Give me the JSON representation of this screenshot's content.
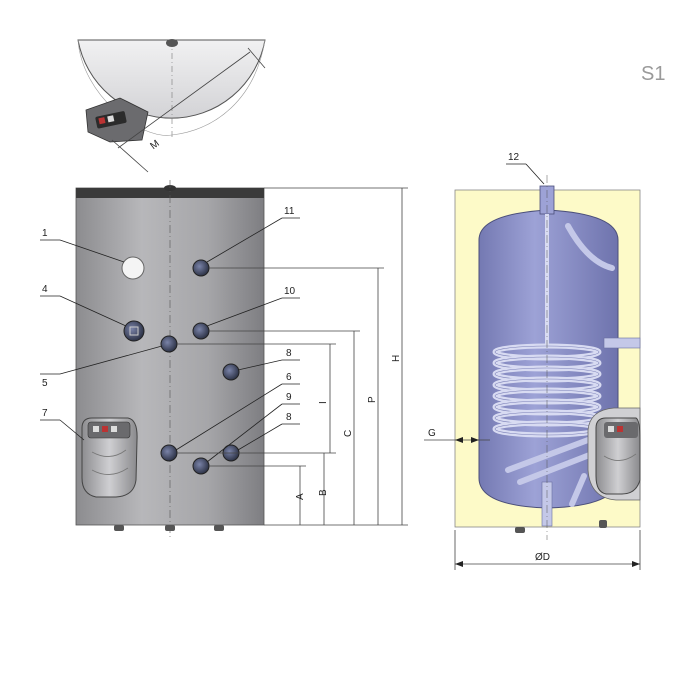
{
  "diagram_code": "S1",
  "callouts": {
    "c1": "1",
    "c4": "4",
    "c5": "5",
    "c7": "7",
    "c11": "11",
    "c10": "10",
    "c8a": "8",
    "c6": "6",
    "c9": "9",
    "c8b": "8",
    "c12": "12"
  },
  "dimensions": {
    "M": "M",
    "H": "H",
    "P": "P",
    "C": "C",
    "I": "I",
    "B": "B",
    "A": "A",
    "G": "G",
    "D": "ØD"
  },
  "colors": {
    "tank_body": "#a9a9ab",
    "tank_top": "#3a3a3a",
    "insulation": "#fdfac8",
    "inner_tank": "#8e93c8",
    "coil": "#c4c8e8",
    "port": "#474e66"
  }
}
